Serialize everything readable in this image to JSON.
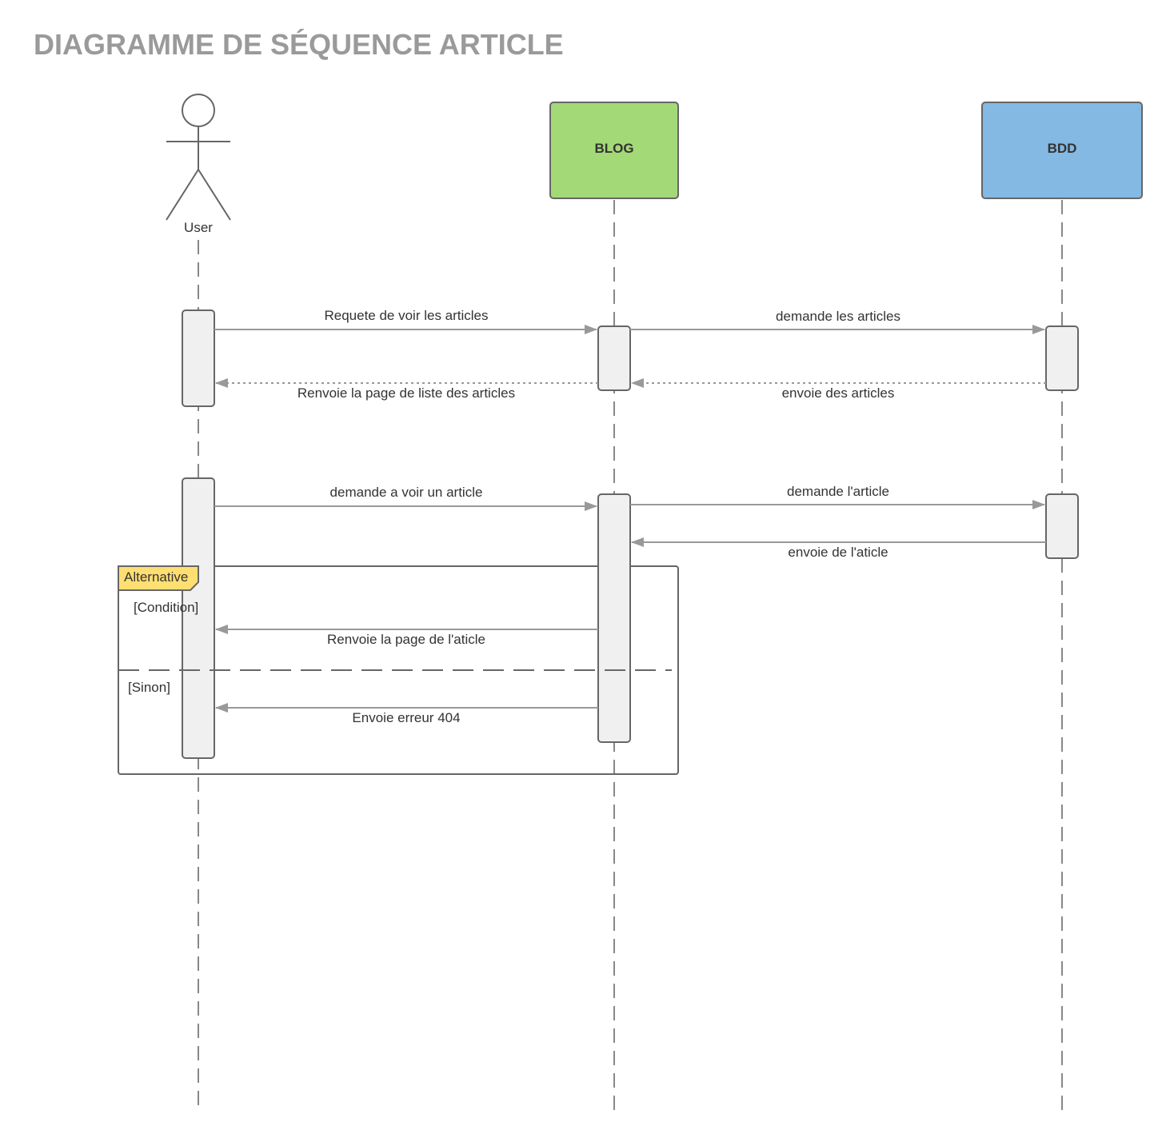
{
  "title": "DIAGRAMME DE SÉQUENCE ARTICLE",
  "colors": {
    "blog": "#a3d977",
    "bdd": "#83b9e3",
    "alt_tab": "#ffdf71",
    "line": "#999999",
    "title": "#9a9a9a"
  },
  "participants": {
    "user": "User",
    "blog": "BLOG",
    "bdd": "BDD"
  },
  "messages": [
    "Requete de voir les articles",
    "demande les articles",
    "envoie des articles",
    "Renvoie la page de liste des articles",
    "demande a voir un article",
    "demande l'article",
    "envoie de l'aticle",
    "Renvoie la page de l'aticle",
    "Envoie erreur 404"
  ],
  "fragment": {
    "label": "Alternative",
    "conditions": [
      "[Condition]",
      "[Sinon]"
    ]
  }
}
